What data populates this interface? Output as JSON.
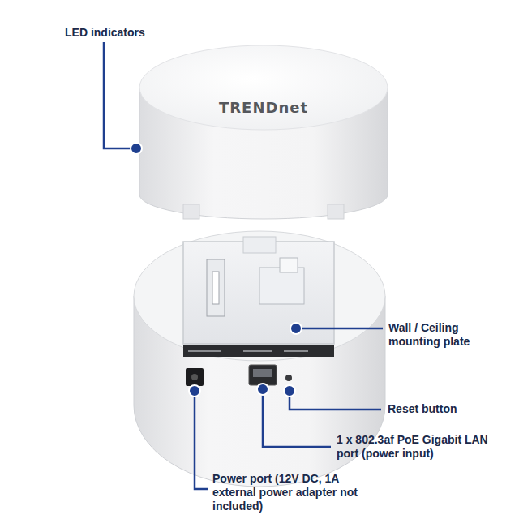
{
  "diagram": {
    "labels": [
      "LED indicators",
      "TRENDnet",
      "Wall / Ceiling mounting plate",
      "Reset button",
      "1 x 802.3af PoE Gigabit LAN port (power input)",
      "Power port (12V DC, 1A external power adapter not included)"
    ]
  }
}
